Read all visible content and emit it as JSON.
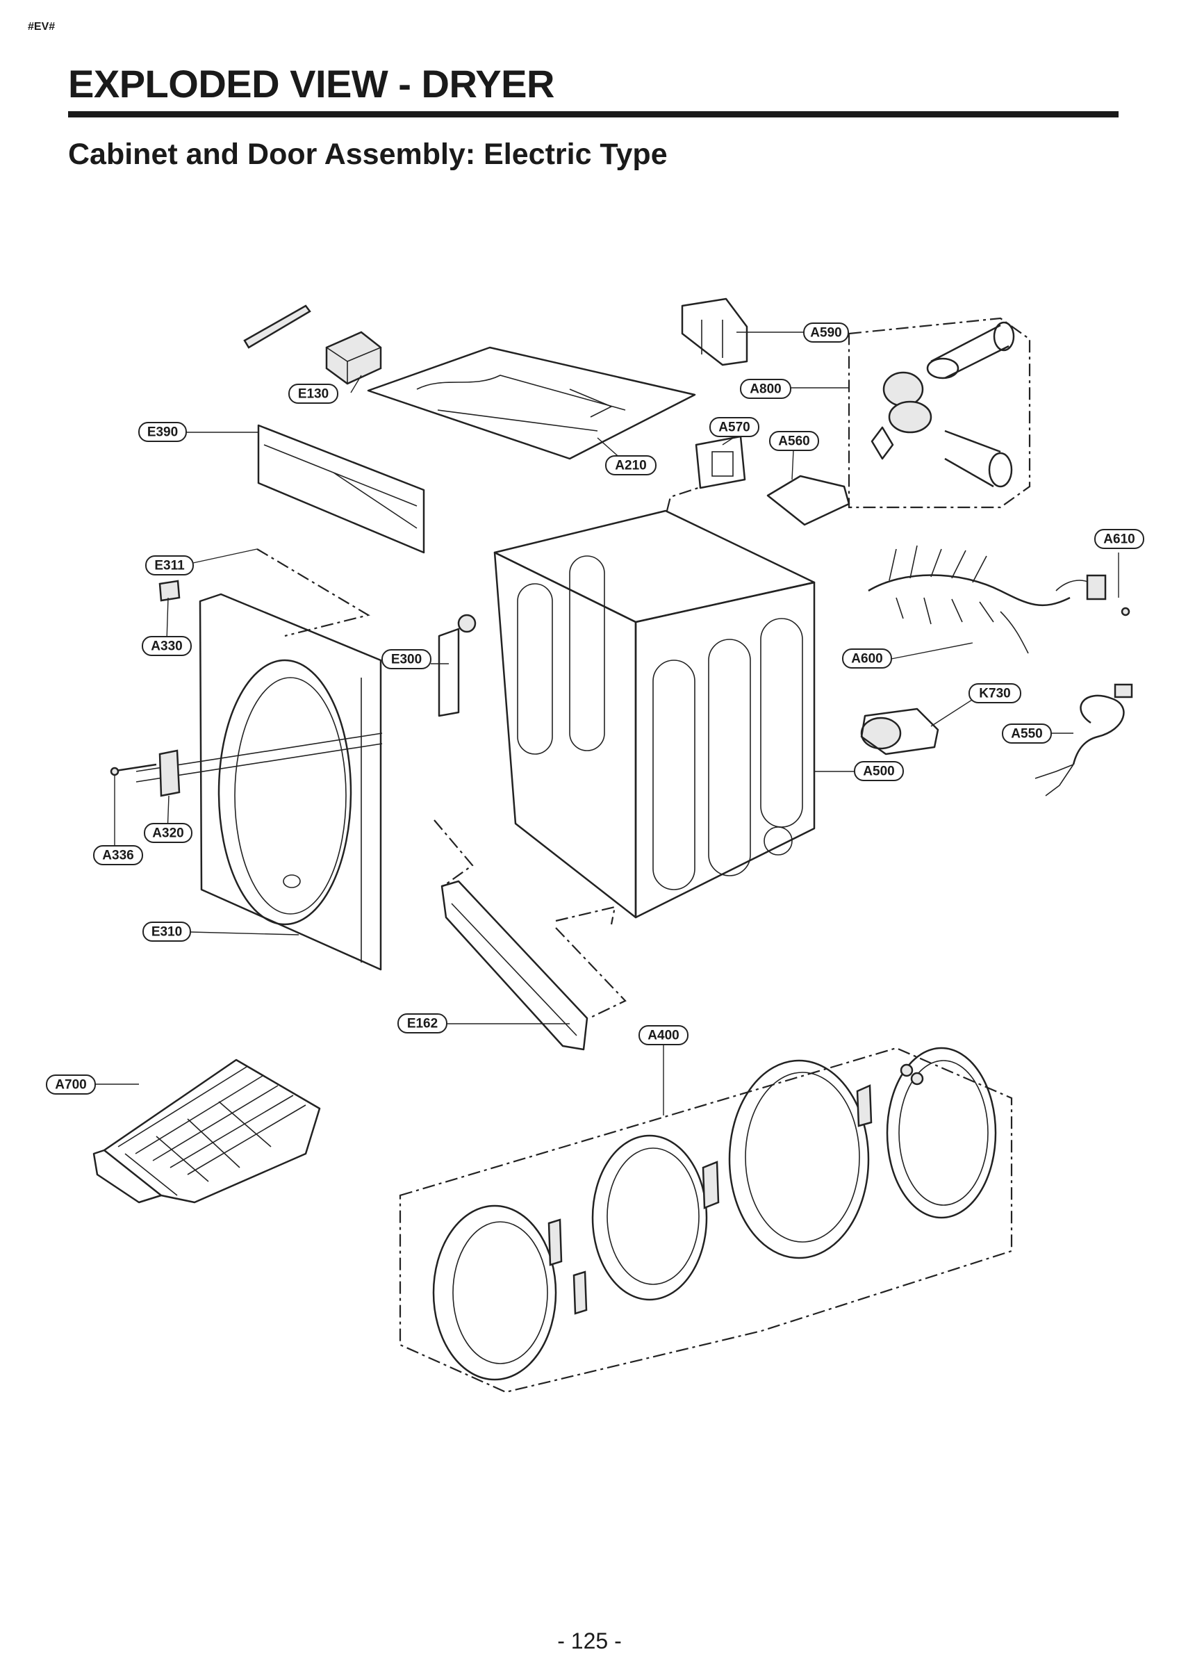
{
  "header": {
    "tag": "#EV#",
    "title": "EXPLODED VIEW - DRYER",
    "subtitle": "Cabinet and Door Assembly: Electric Type"
  },
  "labels": {
    "A590": "A590",
    "A800": "A800",
    "E130": "E130",
    "E390": "E390",
    "A570": "A570",
    "A560": "A560",
    "A210": "A210",
    "A610": "A610",
    "E311": "E311",
    "A330": "A330",
    "E300": "E300",
    "A600": "A600",
    "K730": "K730",
    "A550": "A550",
    "A500": "A500",
    "A320": "A320",
    "A336": "A336",
    "E310": "E310",
    "E162": "E162",
    "A400": "A400",
    "A700": "A700"
  },
  "footer": {
    "page_number": "- 125 -"
  }
}
